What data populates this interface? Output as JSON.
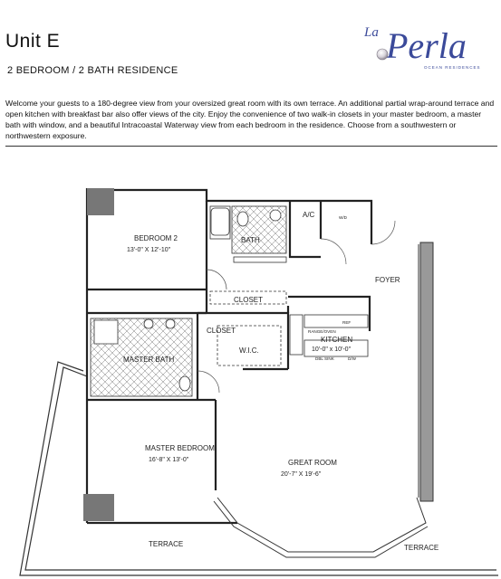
{
  "header": {
    "title": "Unit E",
    "subtitle": "2 BEDROOM / 2 BATH RESIDENCE"
  },
  "logo": {
    "wordmark_prefix": "La",
    "wordmark_main": "Perla",
    "tagline": "OCEAN RESIDENCES",
    "color": "#3b4a9a"
  },
  "description": "Welcome your guests to a 180-degree view from your oversized great room with its own terrace. An additional partial wrap-around terrace and open kitchen with breakfast bar also offer views of the city. Enjoy the convenience of two walk-in closets in your master bedroom, a master bath with window, and a beautiful Intracoastal Waterway view from each bedroom in the residence. Choose from a southwestern or northwestern exposure.",
  "floorplan": {
    "bedroom2": {
      "label": "BEDROOM 2",
      "dims": "13'-0\" X 12'-10\""
    },
    "bath": {
      "label": "BATH"
    },
    "ac": {
      "label": "A/C"
    },
    "wd": {
      "label": "W/D"
    },
    "foyer": {
      "label": "FOYER"
    },
    "closet": {
      "label": "CLOSET"
    },
    "closet2": {
      "label": "CLOSET"
    },
    "wic": {
      "label": "W.I.C."
    },
    "master_bath": {
      "label": "MASTER BATH"
    },
    "kitchen": {
      "label": "KITCHEN",
      "dims": "10'-0\" x 10'-0\""
    },
    "ref": {
      "label": "REF"
    },
    "range": {
      "label": "RANGE/OVEN"
    },
    "sink": {
      "label": "DBL SINK"
    },
    "dw": {
      "label": "D/W"
    },
    "master_bedroom": {
      "label": "MASTER BEDROOM",
      "dims": "16'-8\" X 13'-0\""
    },
    "great_room": {
      "label": "GREAT ROOM",
      "dims": "20'-7\" X 19'-6\""
    },
    "terrace_left": {
      "label": "TERRACE"
    },
    "terrace_right": {
      "label": "TERRACE"
    }
  }
}
